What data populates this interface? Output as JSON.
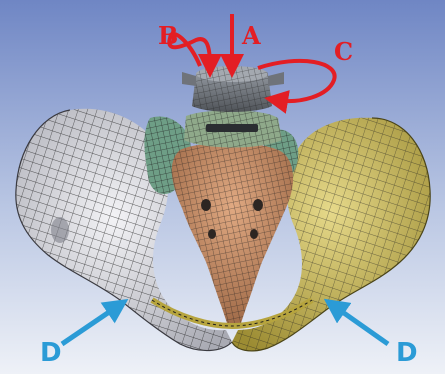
{
  "labels": {
    "a": "A",
    "b": "B",
    "c": "C",
    "d_left": "D",
    "d_right": "D"
  },
  "colors": {
    "background_top": "#6f86c4",
    "background_bottom": "#e8ecf5",
    "load_arrow": "#e31e24",
    "support_arrow": "#2b9bd6",
    "left_hip_bone": "#d9d9de",
    "right_hip_bone": "#c9b85a",
    "sacrum": "#c58a62",
    "vertebra": "#6f737a",
    "disc": "#8fa98a",
    "ligament": "#6e9e86",
    "mesh_line": "#2a2a2a"
  },
  "icons": {
    "load_arrows": "red-arrow-icon",
    "support_arrows": "blue-arrow-icon"
  }
}
